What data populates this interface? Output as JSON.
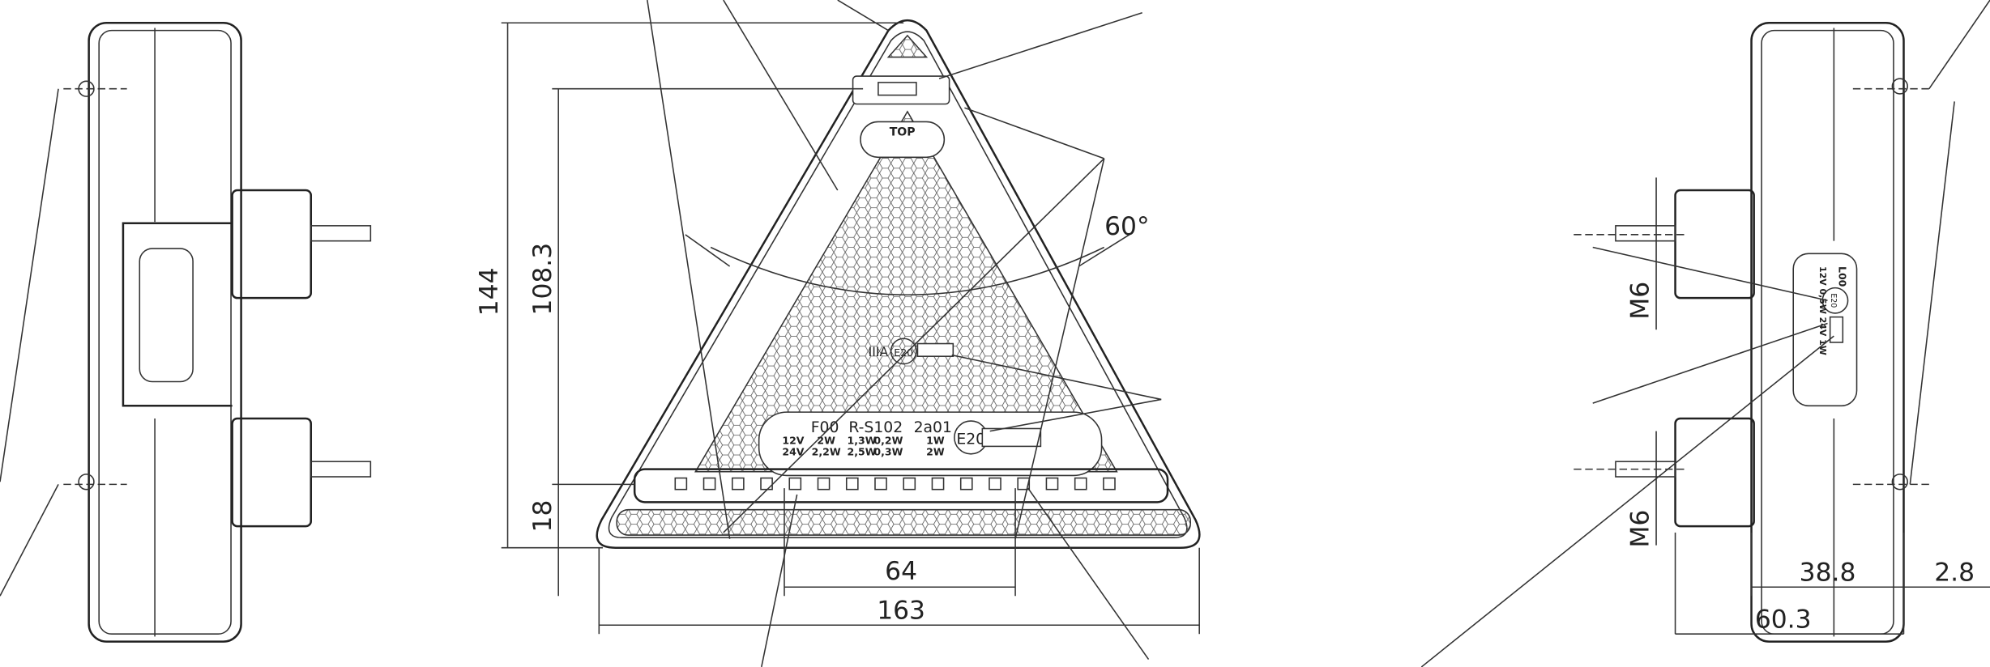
{
  "dimensions": {
    "height_total": "144",
    "height_reflector": "108.3",
    "height_bottom": "18",
    "width_inner": "64",
    "width_total": "163",
    "angle": "60°",
    "thread_upper": "M6",
    "thread_lower": "M6",
    "depth_body": "38.8",
    "depth_flange": "2.8",
    "depth_total": "60.3"
  },
  "front_markings": {
    "top_label": "TOP",
    "reflector_class": "IIIA",
    "reflector_approval": "E20",
    "functions": [
      "F00",
      "R-S102",
      "2a01"
    ],
    "row_12v": [
      "12V",
      "2W",
      "1,3W",
      "0,2W",
      "1W"
    ],
    "row_24v": [
      "24V",
      "2,2W",
      "2,5W",
      "0,3W",
      "2W"
    ],
    "lamp_approval": "E20"
  },
  "side_markings": {
    "code": "L00",
    "rating_12v": "12V 0,5W",
    "rating_24v": "24V 1W",
    "approval": "E20"
  }
}
